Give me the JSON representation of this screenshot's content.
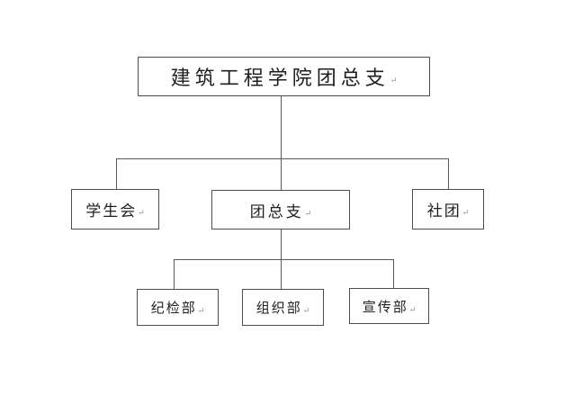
{
  "diagram": {
    "root": {
      "label": "建筑工程学院团总支"
    },
    "level2": [
      {
        "label": "学生会"
      },
      {
        "label": "团总支"
      },
      {
        "label": "社团"
      }
    ],
    "level3": [
      {
        "label": "纪检部"
      },
      {
        "label": "组织部"
      },
      {
        "label": "宣传部"
      }
    ],
    "return_mark": "↵",
    "colors": {
      "line": "#595959",
      "box_border": "#4d4d4d",
      "text": "#1f1f1f",
      "background": "#ffffff"
    }
  }
}
